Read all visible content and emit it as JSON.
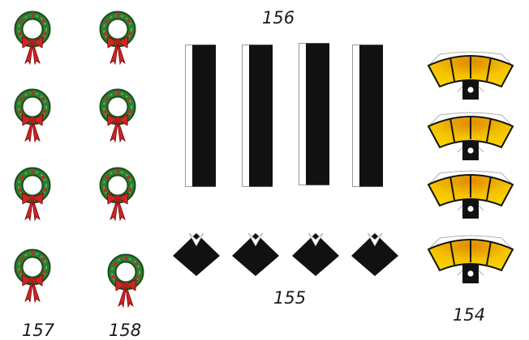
{
  "labels": {
    "part_154": "154",
    "part_155": "155",
    "part_156": "156",
    "part_157": "157",
    "part_158": "158"
  },
  "colors": {
    "wreath_green": "#2e7d32",
    "wreath_dark": "#1b4d1b",
    "bow_red": "#c62828",
    "strip_black": "#111111",
    "fan_yellow": "#f5c400",
    "fan_orange": "#e08a00"
  }
}
